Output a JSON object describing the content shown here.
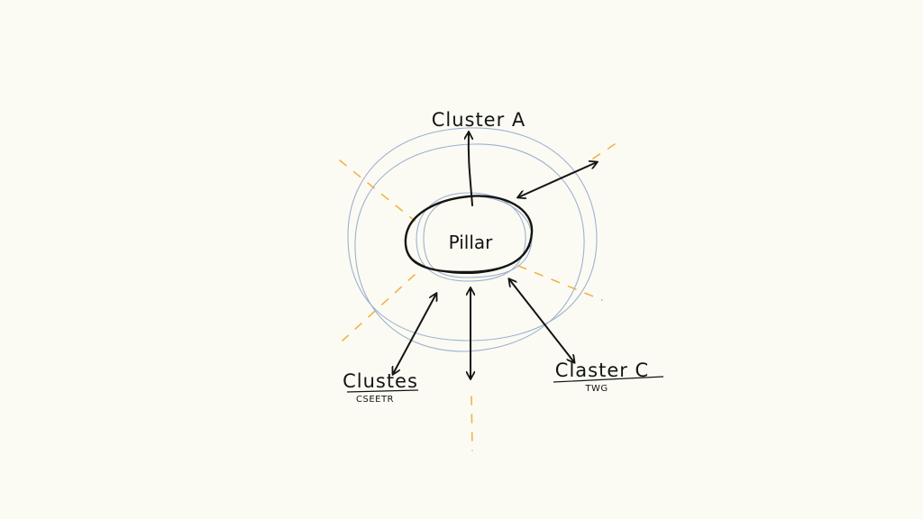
{
  "diagram": {
    "center": {
      "label": "Pillar"
    },
    "clusters": [
      {
        "id": "a",
        "label": "Cluster A",
        "sublabel": ""
      },
      {
        "id": "b",
        "label": "Clustes",
        "sublabel": "CSEETR"
      },
      {
        "id": "c",
        "label": "Claster C",
        "sublabel": "TWG"
      }
    ],
    "colors": {
      "background": "#fbfbf3",
      "ink": "#141414",
      "ring": "#9fb0cf",
      "dashed_ray": "#f2b24a"
    }
  }
}
